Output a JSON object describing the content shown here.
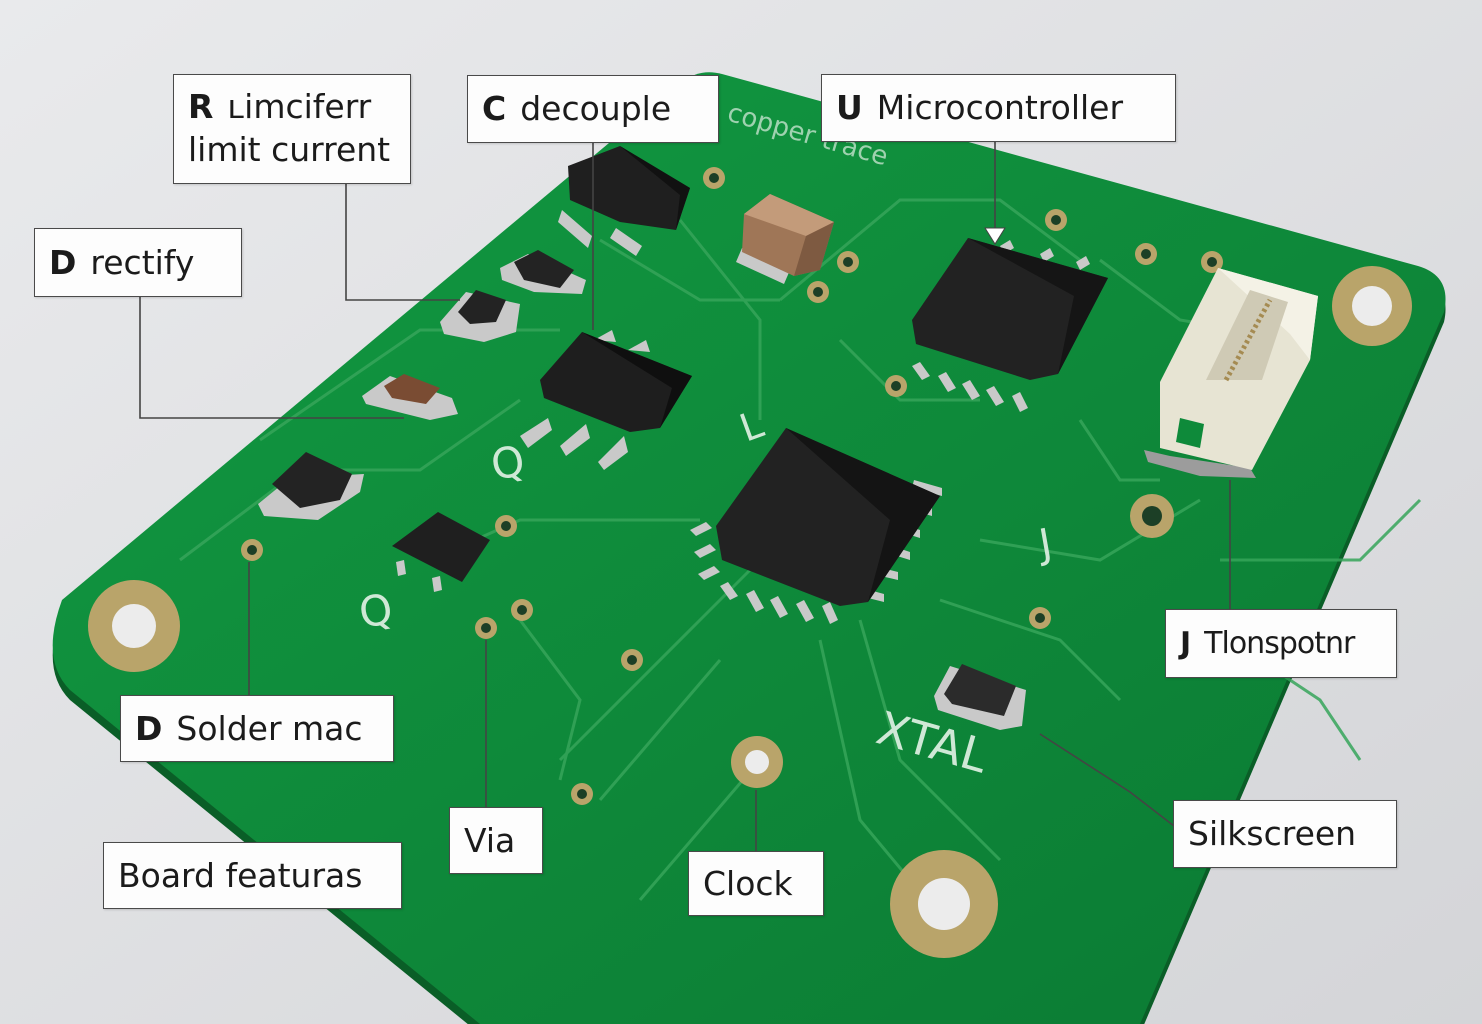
{
  "callouts": {
    "resistor": {
      "designator": "R",
      "line1": "ʟimciferr",
      "line2": "limit current"
    },
    "capacitor": {
      "designator": "C",
      "text": "decouple"
    },
    "microcontroller": {
      "designator": "U",
      "text": "Microcontroller"
    },
    "diode": {
      "designator": "D",
      "text": "rectify"
    },
    "connector": {
      "designator": "J",
      "text": "Tlonspotnr"
    },
    "solder_mask": {
      "designator": "D",
      "text": "Solder mac"
    },
    "via": {
      "text": "Via"
    },
    "board_features": {
      "text": "Board featuras"
    },
    "clock": {
      "text": "Clock"
    },
    "silkscreen": {
      "text": "Silkscreen"
    }
  },
  "silkscreen_text": {
    "copper_trace": "copper trace",
    "q_upper": "Q",
    "q_lower": "Q",
    "l_mark": "L",
    "j_mark": "J",
    "xtal": "XTAL"
  },
  "colors": {
    "background": "#e2e3e5",
    "board_green": "#0e8a3a",
    "trace_green": "#36a55a",
    "silkscreen": "#cfe8d6",
    "chip_body": "#262626",
    "pad_gold": "#b9a46a",
    "connector_ivory": "#ece9da"
  }
}
